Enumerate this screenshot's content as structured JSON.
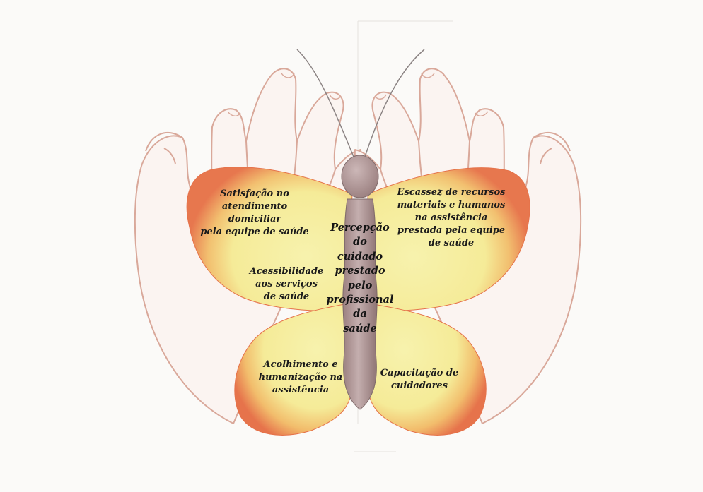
{
  "diagram": {
    "center_label": "Percepção\ndo\ncuidado\nprestado\npelo\nprofissional\nda\nsaúde",
    "wings": {
      "upper_left": "Satisfação no\natendimento domiciliar\npela equipe de saúde",
      "middle_left": "Acessibilidade\naos serviços\nde saúde",
      "lower_left": "Acolhimento e\nhumanização na\nassistência",
      "upper_right": "Escassez de recursos\nmateriais e humanos\nna assistência\nprestada pela equipe\nde saúde",
      "lower_right": "Capacitação de\ncuidadores"
    },
    "colors": {
      "paper": "#fbfaf8",
      "hand_outline": "#d9a89a",
      "wing_center": "#f6f0a4",
      "wing_edge": "#e9784f",
      "body": "#b49a9a",
      "ink": "#1b1b1b"
    }
  }
}
